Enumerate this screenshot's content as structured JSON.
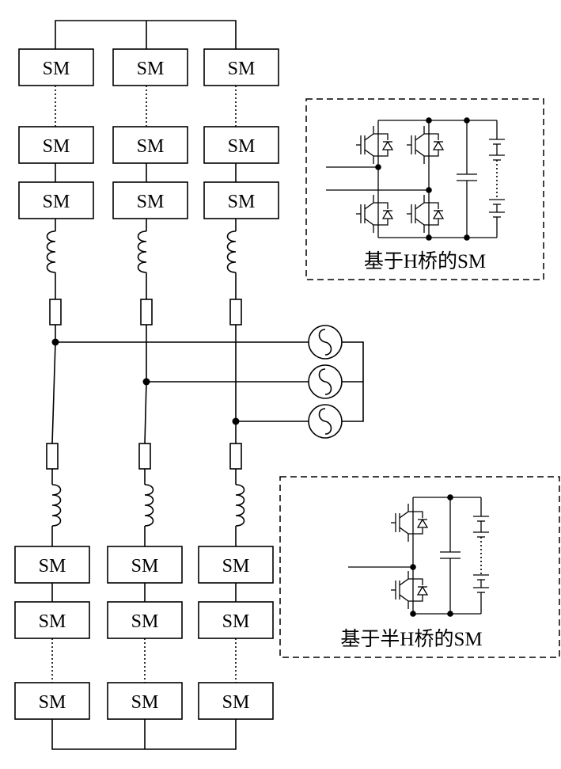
{
  "submodule_label": "SM",
  "inset_full_bridge": {
    "caption": "基于H桥的SM"
  },
  "inset_half_bridge": {
    "caption": "基于半H桥的SM"
  }
}
